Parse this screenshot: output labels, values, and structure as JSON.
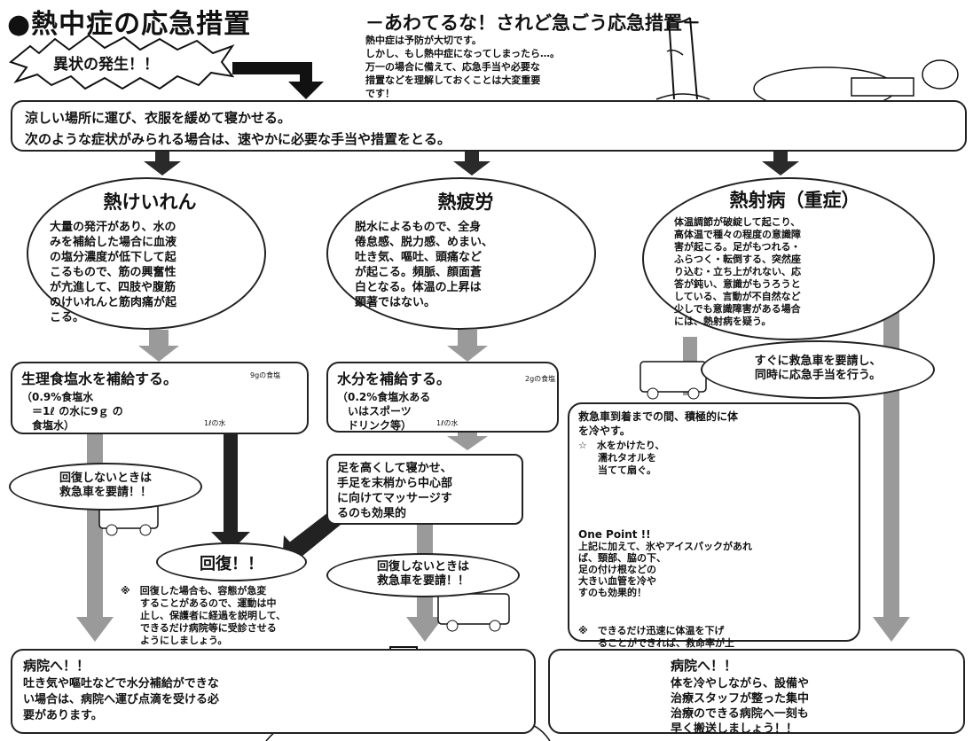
{
  "header": {
    "title": "●熱中症の応急措置",
    "subtitle": "－あわてるな！されど急ごう応急措置－",
    "intro": "熱中症は予防が大切です。\nしかし、もし熱中症になってしまったら…。\n万一の場合に備えて、応急手当や必要な\n措置などを理解しておくことは大変重要\nです！"
  },
  "alert": {
    "label": "異状の発生！！"
  },
  "first_aid": {
    "line1": "涼しい場所に運び、衣服を緩めて寝かせる。",
    "line2": "次のような症状がみられる場合は、速やかに必要な手当や措置をとる。"
  },
  "columns": [
    {
      "name": "熱けいれん",
      "description": "大量の発汗があり、水の\nみを補給した場合に血液\nの塩分濃度が低下して起\nこるもので、筋の興奮性\nが亢進して、四肢や腹筋\nのけいれんと筋肉痛が起\nこる。",
      "action_title": "生理食塩水を補給する。",
      "action_detail": "（0.9%食塩水\n　＝1ℓ の水に9ｇ の\n　食塩水）",
      "bottle_label_top": "9gの食塩",
      "bottle_label_bottom": "1ℓの水",
      "no_recover": "回復しないときは\n救急車を要請！！"
    },
    {
      "name": "熱疲労",
      "description": "脱水によるもので、全身\n倦怠感、脱力感、めまい、\n吐き気、嘔吐、頭痛など\nが起こる。頻脈、顔面蒼\n白となる。体温の上昇は\n顕著ではない。",
      "action_title": "水分を補給する。",
      "action_detail": "（0.2%食塩水ある\n　いはスポーツ\n　ドリンク等）",
      "bottle_label_top": "2gの食塩",
      "bottle_label_bottom": "1ℓの水",
      "massage": "足を高くして寝かせ、\n手足を末梢から中心部\nに向けてマッサージす\nるのも効果的",
      "no_recover": "回復しないときは\n救急車を要請！！"
    },
    {
      "name": "熱射病（重症）",
      "description": "体温調節が破綻して起こり、\n高体温で種々の程度の意識障\n害が起こる。足がもつれる・\nふらつく・転倒する、突然座\nり込む・立ち上がれない、応\n答が鈍い、意識がもうろうと\nしている、言動が不自然など\n少しでも意識障害がある場合\nには、熱射病を疑う。",
      "ambulance_call": "すぐに救急車を要請し、\n同時に応急手当を行う。",
      "cooling_title": "救急車到着までの間、積極的に体\nを冷やす。",
      "cooling_tip": "☆　水をかけたり、\n　　濡れタオルを\n　　当てて扇ぐ。",
      "one_point_title": "One Point !!",
      "one_point_text": "上記に加えて、氷やアイスパックがあれ\nば、頸部、脇の下、\n足の付け根などの\n大きい血管を冷や\nすのも効果的！",
      "note": "※　できるだけ迅速に体温を下げ\n　　ることができれば、救命率が上\n　　がります！！"
    }
  ],
  "recovery": {
    "label": "回復！！",
    "note": "※　回復した場合も、容態が急変\n　　することがあるので、運動は中\n　　止し、保護者に経過を説明して、\n　　できるだけ病院等に受診させる\n　　ようにしましょう。"
  },
  "hospital_left": {
    "title": "病院へ！！",
    "text": "吐き気や嘔吐などで水分補給ができな\nい場合は、病院へ運び点滴を受ける必\n要があります。"
  },
  "hospital_right": {
    "title": "病院へ！！",
    "text": "体を冷やしながら、設備や\n治療スタッフが整った集中\n治療のできる病院へ一刻も\n早く搬送しましょう！！"
  },
  "colors": {
    "ink": "#111111",
    "grey_arrow": "#9a9a9a",
    "dark_arrow": "#2a2a2a"
  }
}
